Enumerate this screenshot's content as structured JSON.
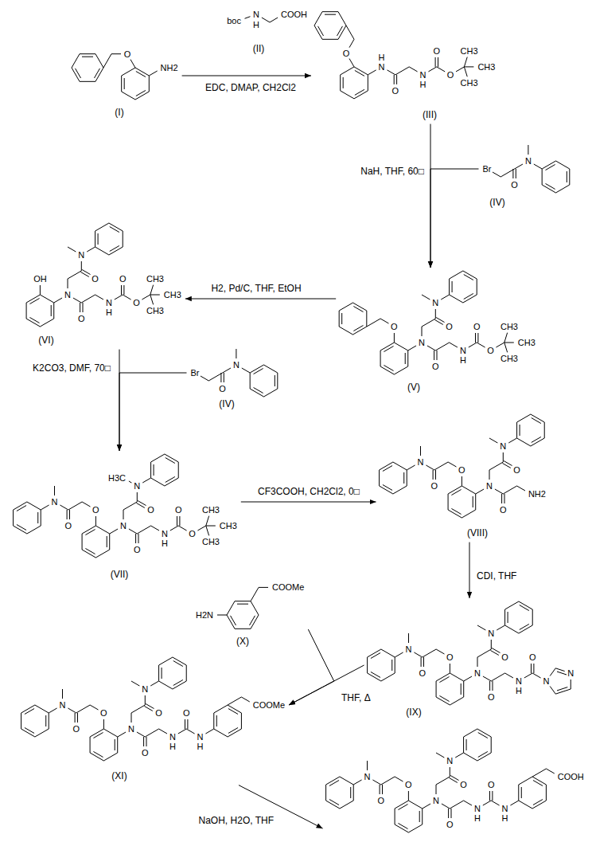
{
  "diagram": {
    "nodes": [
      {
        "text": [
          "O",
          "NH2",
          "(I)"
        ]
      },
      {
        "text": [
          "boc",
          "N",
          "H",
          "COOH",
          "(II)"
        ]
      },
      {
        "text": [
          "O",
          "N",
          "H",
          "O",
          "N",
          "H",
          "O",
          "O",
          "CH3",
          "CH3",
          "CH3",
          "(III)"
        ]
      },
      {
        "text": [
          "Br",
          "O",
          "N",
          "(IV)"
        ]
      },
      {
        "text": [
          "O",
          "N",
          "O",
          "N",
          "O",
          "N",
          "H",
          "O",
          "O",
          "CH3",
          "CH3",
          "CH3",
          "(V)"
        ]
      },
      {
        "text": [
          "OH",
          "N",
          "O",
          "N",
          "O",
          "N",
          "H",
          "O",
          "O",
          "CH3",
          "CH3",
          "CH3",
          "(VI)"
        ]
      },
      {
        "text": [
          "Br",
          "O",
          "N",
          "(IV)"
        ]
      },
      {
        "text": [
          "O",
          "O",
          "N",
          "N",
          "O",
          "N",
          "H3C",
          "O",
          "N",
          "H",
          "O",
          "O",
          "CH3",
          "CH3",
          "CH3",
          "(VII)"
        ]
      },
      {
        "text": [
          "O",
          "O",
          "N",
          "N",
          "O",
          "N",
          "O",
          "NH2",
          "(VIII)"
        ]
      },
      {
        "text": [
          "O",
          "O",
          "N",
          "N",
          "O",
          "N",
          "O",
          "N",
          "H",
          "O",
          "N",
          "N",
          "(IX)"
        ]
      },
      {
        "text": [
          "H2N",
          "COOMe",
          "(X)"
        ]
      },
      {
        "text": [
          "O",
          "O",
          "N",
          "N",
          "O",
          "N",
          "O",
          "N",
          "H",
          "O",
          "N",
          "H",
          "COOMe",
          "(XI)"
        ]
      },
      {
        "text": [
          "O",
          "O",
          "N",
          "N",
          "O",
          "N",
          "O",
          "N",
          "H",
          "O",
          "N",
          "H",
          "COOH"
        ]
      }
    ],
    "edges": [
      {
        "from": 0,
        "to": 2,
        "arrow": "to",
        "label": "EDC, DMAP, CH2Cl2"
      },
      {
        "from": 2,
        "to": 4,
        "arrow": "to",
        "label": "NaH, THF, 60□"
      },
      {
        "from": 3,
        "to": 4,
        "arrow": "to"
      },
      {
        "from": 4,
        "to": 5,
        "arrow": "to",
        "label": "H2, Pd/C, THF, EtOH"
      },
      {
        "from": 5,
        "to": 7,
        "arrow": "to",
        "label": "K2CO3, DMF, 70□"
      },
      {
        "from": 6,
        "to": 7,
        "arrow": "to"
      },
      {
        "from": 7,
        "to": 8,
        "arrow": "to",
        "label": "CF3COOH, CH2Cl2, 0□"
      },
      {
        "from": 8,
        "to": 9,
        "arrow": "to",
        "label": "CDI, THF"
      },
      {
        "from": 9,
        "to": 11,
        "arrow": "to",
        "label": "THF, Δ"
      },
      {
        "from": 10,
        "to": 11,
        "arrow": "to"
      },
      {
        "from": 11,
        "to": 12,
        "arrow": "to",
        "label": "NaOH, H2O, THF"
      }
    ]
  }
}
